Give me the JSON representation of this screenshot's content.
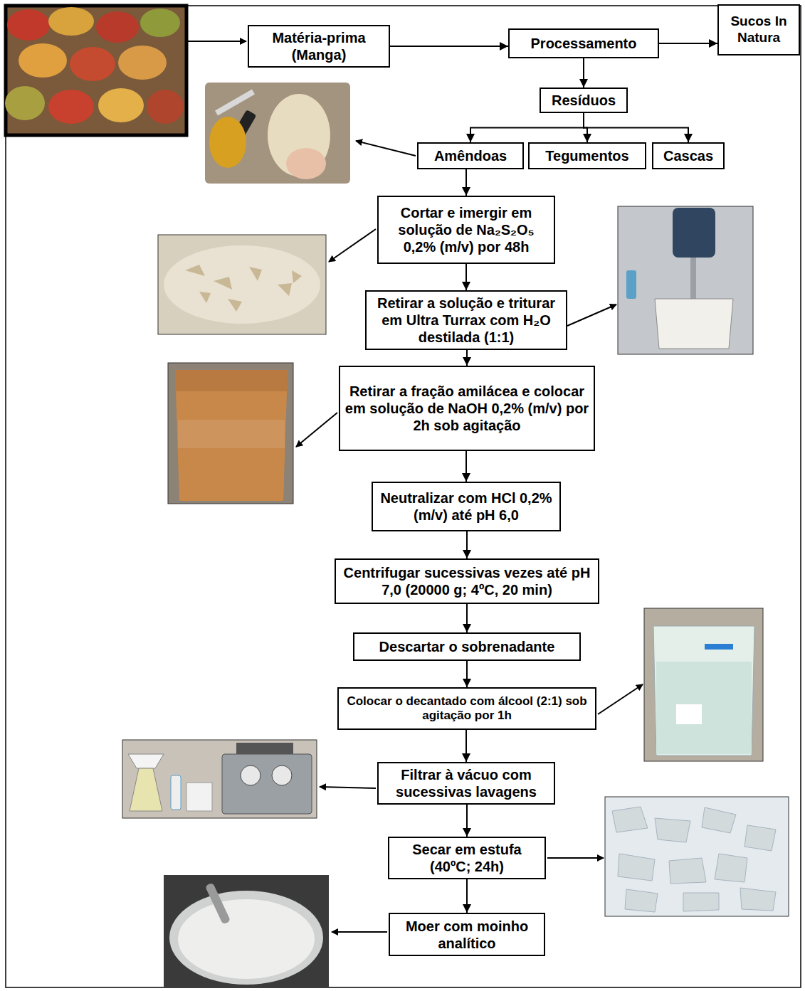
{
  "diagram": {
    "nodes": [
      {
        "text": [
          "Matéria-prima (Manga)"
        ]
      },
      {
        "text": [
          "Processamento"
        ]
      },
      {
        "text": [
          "Sucos In Natura"
        ]
      },
      {
        "text": [
          "Resíduos"
        ]
      },
      {
        "text": [
          "Amêndoas"
        ]
      },
      {
        "text": [
          "Tegumentos"
        ]
      },
      {
        "text": [
          "Cascas"
        ]
      },
      {
        "text": [
          "Cortar e imergir em solução de Na₂S₂O₅ 0,2% (m/v) por 48h"
        ]
      },
      {
        "text": [
          "Retirar a solução e triturar em Ultra Turrax com H₂O destilada (1:1)"
        ]
      },
      {
        "text": [
          "Retirar a fração amilácea e colocar em solução de NaOH 0,2% (m/v) por 2h sob agitação"
        ]
      },
      {
        "text": [
          "Neutralizar com HCl 0,2% (m/v) até pH 6,0"
        ]
      },
      {
        "text": [
          "Centrifugar sucessivas vezes até pH 7,0 (20000 g; 4ºC, 20 min)"
        ]
      },
      {
        "text": [
          "Descartar o sobrenadante"
        ]
      },
      {
        "text": [
          "Colocar o decantado com álcool (2:1) sob agitação por 1h"
        ]
      },
      {
        "text": [
          "Filtrar à vácuo com sucessivas lavagens"
        ]
      },
      {
        "text": [
          "Secar em estufa (40ºC; 24h)"
        ]
      },
      {
        "text": [
          "Moer com moinho analítico"
        ]
      }
    ],
    "edges": [
      {
        "from": 0,
        "to": 1,
        "arrow": "to"
      },
      {
        "from": 1,
        "to": 2,
        "arrow": "to"
      },
      {
        "from": 1,
        "to": 3,
        "arrow": "to"
      },
      {
        "from": 3,
        "to": 4,
        "arrow": "to"
      },
      {
        "from": 3,
        "to": 5,
        "arrow": "to"
      },
      {
        "from": 3,
        "to": 6,
        "arrow": "to"
      },
      {
        "from": 4,
        "to": 7,
        "arrow": "to"
      },
      {
        "from": 7,
        "to": 8,
        "arrow": "to"
      },
      {
        "from": 8,
        "to": 9,
        "arrow": "to"
      },
      {
        "from": 9,
        "to": 10,
        "arrow": "to"
      },
      {
        "from": 10,
        "to": 11,
        "arrow": "to"
      },
      {
        "from": 11,
        "to": 12,
        "arrow": "to"
      },
      {
        "from": 12,
        "to": 13,
        "arrow": "to"
      },
      {
        "from": 13,
        "to": 14,
        "arrow": "to"
      },
      {
        "from": 14,
        "to": 15,
        "arrow": "to"
      },
      {
        "from": 15,
        "to": 16,
        "arrow": "to"
      }
    ]
  }
}
